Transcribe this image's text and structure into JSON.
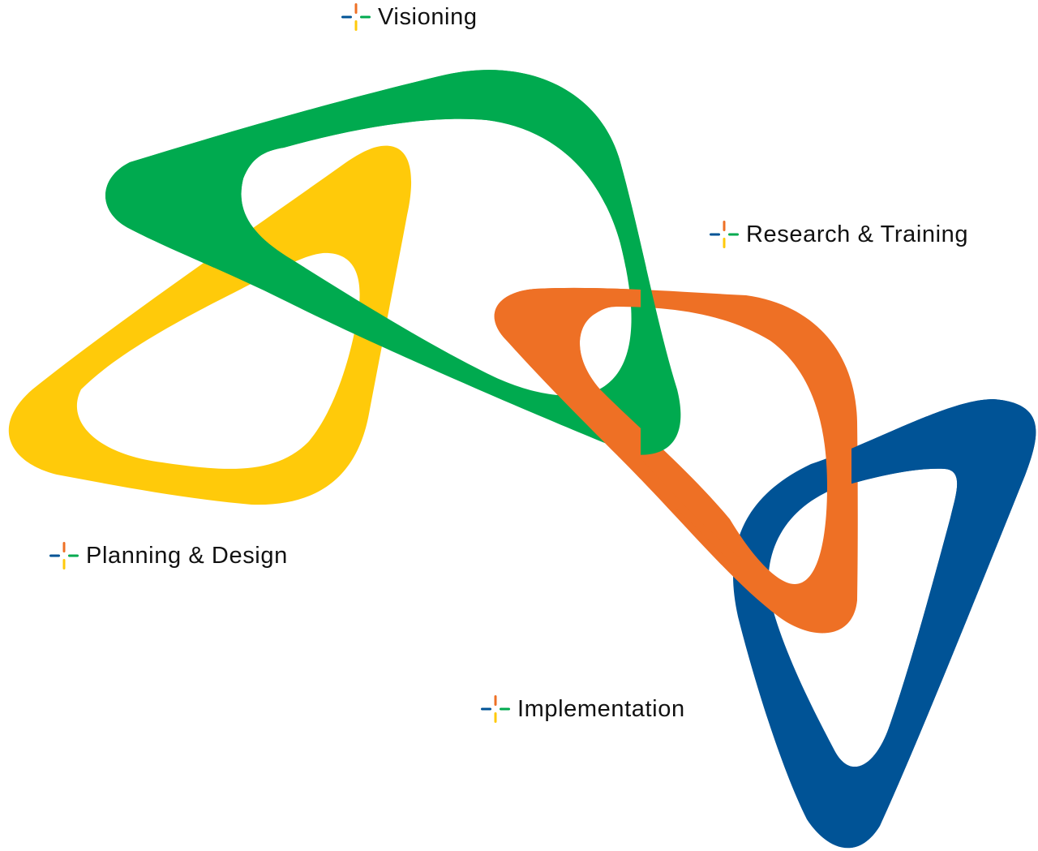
{
  "labels": {
    "visioning": "Visioning",
    "research": "Research & Training",
    "planning": "Planning & Design",
    "implementation": "Implementation"
  },
  "colors": {
    "green": "#00AA4F",
    "yellow": "#FFCA0A",
    "orange": "#EE7025",
    "blue": "#005396",
    "text": "#111111",
    "background": "#FFFFFF"
  },
  "icons": {
    "bullet": "four-color-cross-icon"
  }
}
